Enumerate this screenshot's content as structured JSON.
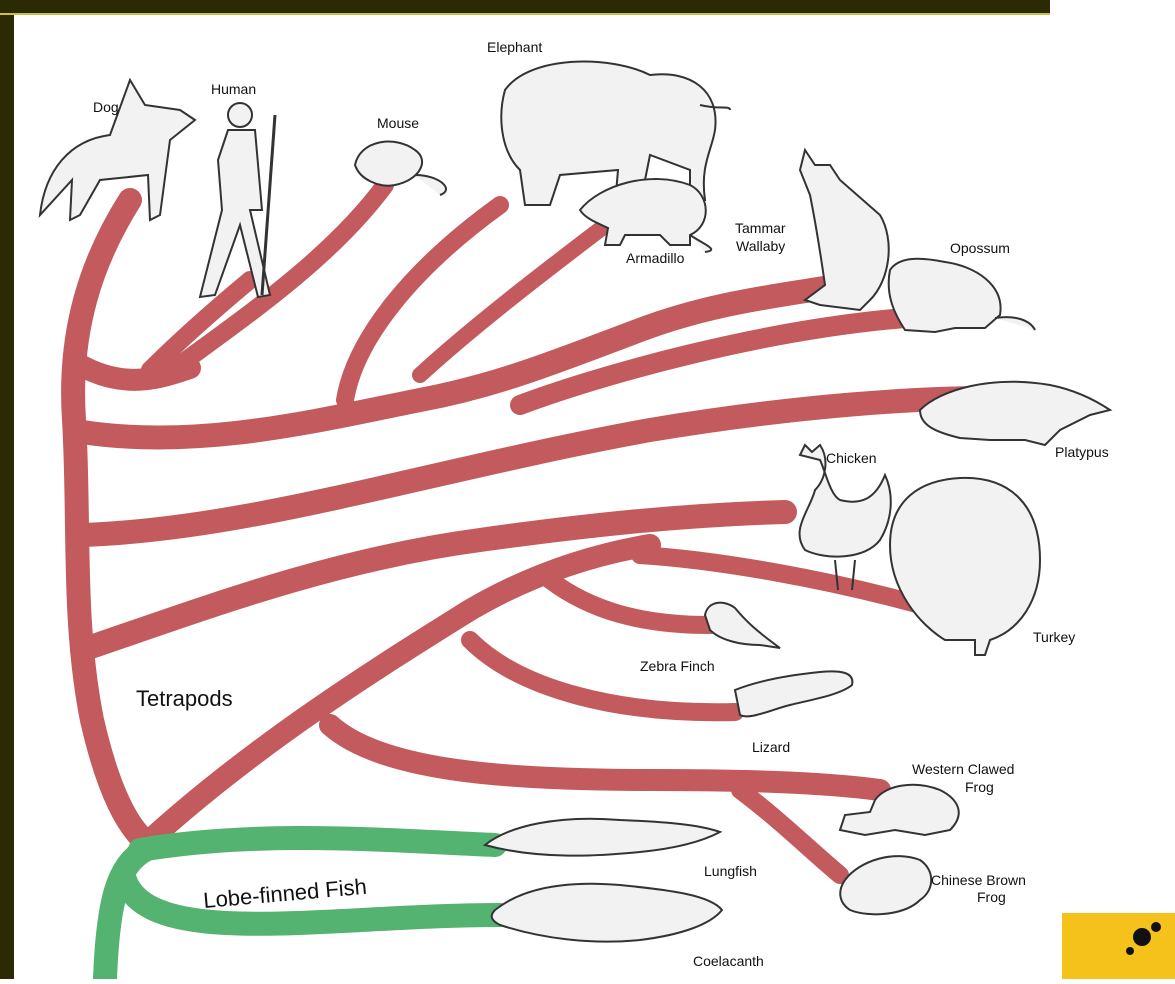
{
  "clades": {
    "tetrapods": "Tetrapods",
    "lobe_finned_fish": "Lobe-finned Fish"
  },
  "species": {
    "dog": "Dog",
    "human": "Human",
    "mouse": "Mouse",
    "elephant": "Elephant",
    "armadillo": "Armadillo",
    "tammar_wallaby_1": "Tammar",
    "tammar_wallaby_2": "Wallaby",
    "opossum": "Opossum",
    "platypus": "Platypus",
    "chicken": "Chicken",
    "turkey": "Turkey",
    "zebra_finch": "Zebra Finch",
    "lizard": "Lizard",
    "western_clawed_frog_1": "Western Clawed",
    "western_clawed_frog_2": "Frog",
    "chinese_brown_frog_1": "Chinese Brown",
    "chinese_brown_frog_2": "Frog",
    "lungfish": "Lungfish",
    "coelacanth": "Coelacanth"
  },
  "colors": {
    "tetrapod_branch": "#c35a5e",
    "fish_branch": "#55b372",
    "frame": "#2b2a05",
    "badge": "#f4c21a"
  }
}
